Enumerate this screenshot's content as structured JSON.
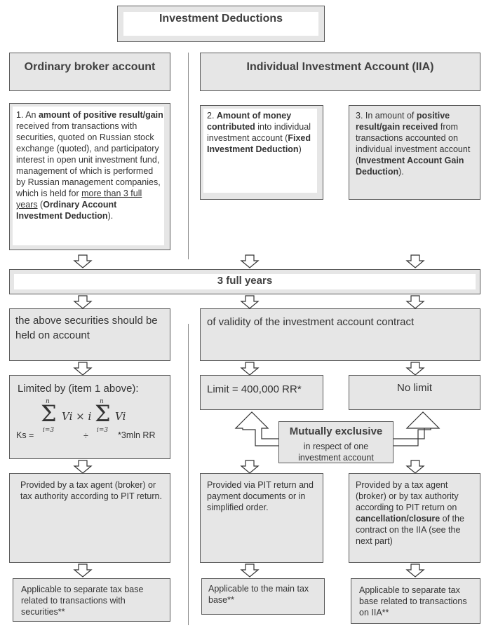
{
  "title": "Investment Deductions",
  "columns": {
    "ordinary": "Ordinary broker account",
    "iia": "Individual Investment Account (IIA)"
  },
  "deductions": {
    "d1": {
      "p1": "1. An ",
      "b1": "amount of positive result/gain",
      "p2": " received from transactions with securities, quoted on Russian stock exchange (quoted), and participatory interest in open unit investment fund, management of which is performed by Russian management companies, which is held for ",
      "u1": "more than 3 full years",
      "p3": " (",
      "b2": "Ordinary Account Investment Deduction",
      "p4": ")."
    },
    "d2": {
      "p1": "2. ",
      "b1": "Amount of money contributed",
      "p2": " into individual investment account (",
      "b2": "Fixed Investment Deduction",
      "p3": ")"
    },
    "d3": {
      "p1": "3. In amount of ",
      "b1": "positive result/gain received",
      "p2": " from transactions accounted on individual investment account (",
      "b2": "Investment Account Gain Deduction",
      "p3": ")."
    }
  },
  "period": "3 full years",
  "holding": {
    "left": "the above securities should be held on account",
    "right": "of validity of the investment account contract"
  },
  "limits": {
    "left_label": "Limited by (item 1 above):",
    "formula": {
      "ks": "Ks =",
      "upper": "n",
      "lower": "i=3",
      "term1": "Vi × i",
      "div": "÷",
      "term2": "Vi",
      "mult": "*3mln RR"
    },
    "middle": "Limit = 400,000 RR*",
    "right": "No limit"
  },
  "mutually_exclusive": {
    "title": "Mutually exclusive",
    "subtitle": "in respect of one investment account"
  },
  "provision": {
    "left": "Provided by a tax agent (broker) or tax authority according to PIT return.",
    "middle": "Provided via PIT return and payment documents or in simplified order.",
    "right_p1": "Provided by a tax agent (broker) or by tax authority according to PIT return on ",
    "right_b1": "cancellation/closure",
    "right_p2": " of the contract on the IIA (see the next part)"
  },
  "applicable": {
    "left": "Applicable to separate tax base related to transactions with securities**",
    "middle": "Applicable to the main tax base**",
    "right": "Applicable to separate tax base related to transactions on IIA**"
  }
}
